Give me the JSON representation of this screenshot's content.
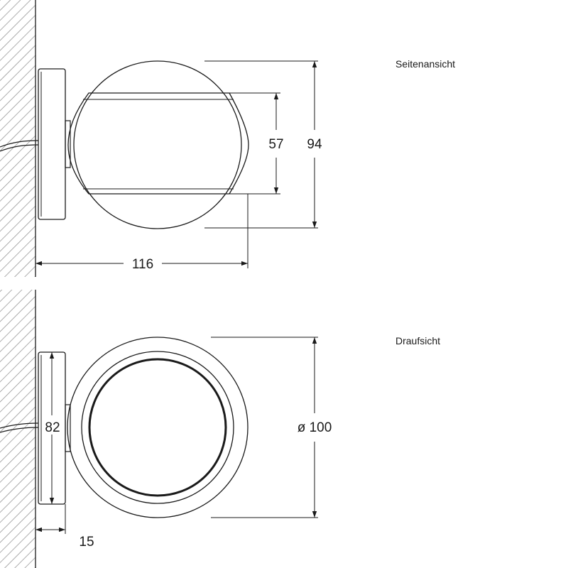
{
  "views": {
    "side": {
      "label": "Seitenansicht",
      "dimensions": {
        "band_height": "57",
        "total_height": "94",
        "depth": "116"
      }
    },
    "top": {
      "label": "Draufsicht",
      "dimensions": {
        "base_height": "82",
        "diameter": "ø 100",
        "base_depth": "15"
      }
    }
  },
  "colors": {
    "line": "#1a1a1a",
    "hatch": "#8a8a8a",
    "background": "#ffffff"
  }
}
